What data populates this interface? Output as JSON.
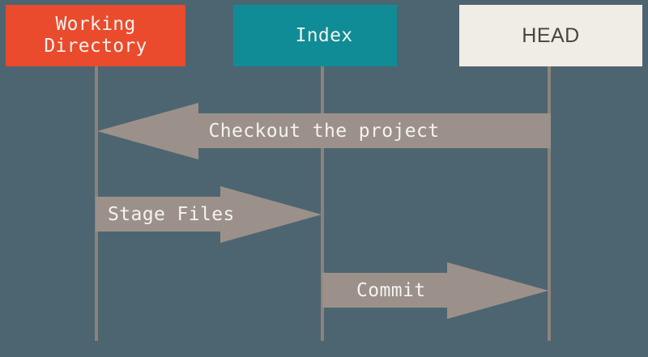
{
  "columns": [
    {
      "id": "working-directory",
      "label": "Working Directory"
    },
    {
      "id": "index",
      "label": "Index"
    },
    {
      "id": "head",
      "label": "HEAD"
    }
  ],
  "arrows": [
    {
      "label": "Checkout the project",
      "direction": "left",
      "from": "HEAD",
      "to": "Working Directory"
    },
    {
      "label": "Stage Files",
      "direction": "right",
      "from": "Working Directory",
      "to": "Index"
    },
    {
      "label": "Commit",
      "direction": "right",
      "from": "Index",
      "to": "HEAD"
    }
  ],
  "colors": {
    "background": "#4d6570",
    "working_fill": "#e94b2c",
    "index_fill": "#0f8c96",
    "head_fill": "#f0ede6",
    "head_text": "#4a443c",
    "light_text": "#f4f2ef",
    "arrow_fill": "#9b918a",
    "lifeline": "#8b837b"
  }
}
